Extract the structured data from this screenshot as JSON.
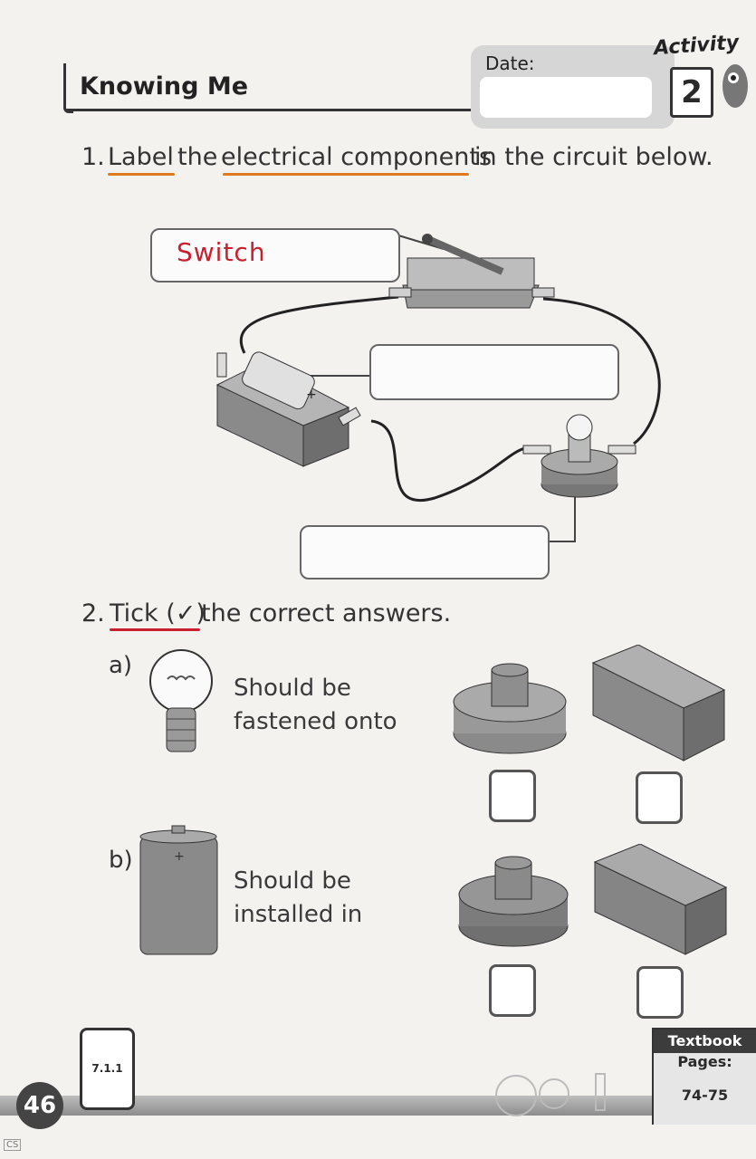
{
  "header": {
    "title": "Knowing Me",
    "date_label": "Date:",
    "activity_label": "Activity",
    "activity_number": "2"
  },
  "question1": {
    "number": "1.",
    "words": [
      "Label",
      "the",
      "electrical components",
      "in the circuit below."
    ],
    "label_answers": [
      "Switch",
      "",
      ""
    ]
  },
  "question2": {
    "number": "2.",
    "text_underlined": "Tick (✓)",
    "text_rest": "the correct answers.",
    "items": [
      {
        "letter": "a)",
        "line1": "Should be",
        "line2": "fastened onto"
      },
      {
        "letter": "b)",
        "line1": "Should be",
        "line2": "installed in"
      }
    ]
  },
  "footer": {
    "page_number": "46",
    "code": "7.1.1",
    "textbook_label": "Textbook",
    "pages_label": "Pages:",
    "pages_value": "74-75",
    "cs": "CS"
  },
  "colors": {
    "orange_underline": "#e07a1f",
    "red_underline": "#c8202e",
    "handwriting": "#c8202e"
  }
}
